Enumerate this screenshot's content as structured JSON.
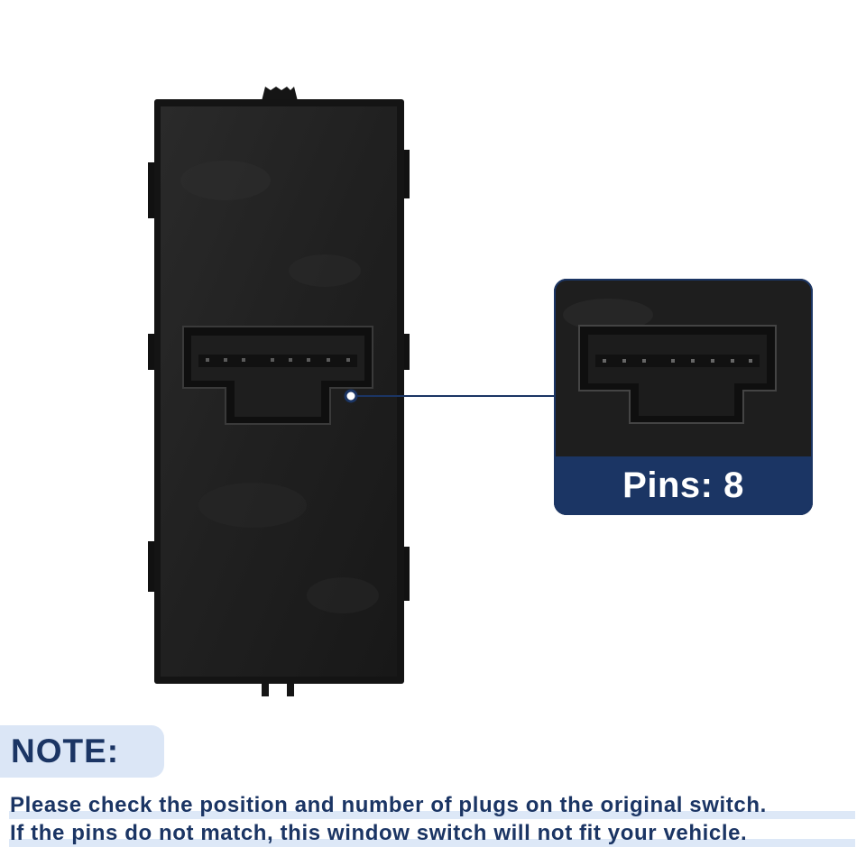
{
  "callout": {
    "label": "Pins: 8"
  },
  "note": {
    "title": "NOTE:",
    "lines": [
      "Please check the position and number of plugs on the original switch.",
      "If the pins do not match, this window switch will not fit your vehicle."
    ]
  },
  "colors": {
    "brand_navy": "#1b3564",
    "note_highlight": "#dbe6f6",
    "product_black": "#1c1c1c"
  }
}
